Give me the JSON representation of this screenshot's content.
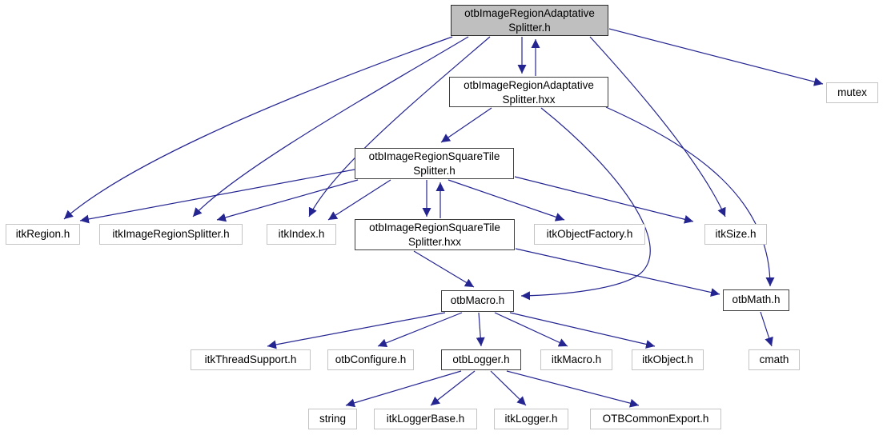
{
  "diagram": {
    "type": "include-dependency-graph",
    "root": "otbImageRegionAdaptativeSplitter.h",
    "colors": {
      "edge": "#252592",
      "root_fill": "#bfbfbf",
      "node_fill": "#ffffff",
      "dark_border": "#404040",
      "light_border": "#c4c4c4",
      "text": "#000000"
    },
    "nodes": [
      {
        "id": "adaptative_h",
        "label": "otbImageRegionAdaptative\nSplitter.h"
      },
      {
        "id": "adaptative_hxx",
        "label": "otbImageRegionAdaptative\nSplitter.hxx"
      },
      {
        "id": "mutex",
        "label": "mutex"
      },
      {
        "id": "squaretile_h",
        "label": "otbImageRegionSquareTile\nSplitter.h"
      },
      {
        "id": "itkregion",
        "label": "itkRegion.h"
      },
      {
        "id": "itkimagesplitter",
        "label": "itkImageRegionSplitter.h"
      },
      {
        "id": "itkindex",
        "label": "itkIndex.h"
      },
      {
        "id": "squaretile_hxx",
        "label": "otbImageRegionSquareTile\nSplitter.hxx"
      },
      {
        "id": "itkobjectfactory",
        "label": "itkObjectFactory.h"
      },
      {
        "id": "itksize",
        "label": "itkSize.h"
      },
      {
        "id": "otbmacro",
        "label": "otbMacro.h"
      },
      {
        "id": "otbmath",
        "label": "otbMath.h"
      },
      {
        "id": "itkthreadsupport",
        "label": "itkThreadSupport.h"
      },
      {
        "id": "otbconfigure",
        "label": "otbConfigure.h"
      },
      {
        "id": "otblogger",
        "label": "otbLogger.h"
      },
      {
        "id": "itkmacro",
        "label": "itkMacro.h"
      },
      {
        "id": "itkobject",
        "label": "itkObject.h"
      },
      {
        "id": "cmath",
        "label": "cmath"
      },
      {
        "id": "string",
        "label": "string"
      },
      {
        "id": "itkloggerbase",
        "label": "itkLoggerBase.h"
      },
      {
        "id": "itklogger",
        "label": "itkLogger.h"
      },
      {
        "id": "otbcommonexport",
        "label": "OTBCommonExport.h"
      }
    ],
    "edges": [
      {
        "from": "adaptative_h",
        "to": "adaptative_hxx"
      },
      {
        "from": "adaptative_hxx",
        "to": "adaptative_h"
      },
      {
        "from": "adaptative_h",
        "to": "mutex"
      },
      {
        "from": "adaptative_h",
        "to": "itkregion"
      },
      {
        "from": "adaptative_h",
        "to": "itkimagesplitter"
      },
      {
        "from": "adaptative_h",
        "to": "itkindex"
      },
      {
        "from": "adaptative_h",
        "to": "itksize"
      },
      {
        "from": "adaptative_hxx",
        "to": "squaretile_h"
      },
      {
        "from": "adaptative_hxx",
        "to": "otbmacro"
      },
      {
        "from": "adaptative_hxx",
        "to": "otbmath"
      },
      {
        "from": "squaretile_h",
        "to": "squaretile_hxx"
      },
      {
        "from": "squaretile_hxx",
        "to": "squaretile_h"
      },
      {
        "from": "squaretile_h",
        "to": "itkregion"
      },
      {
        "from": "squaretile_h",
        "to": "itkimagesplitter"
      },
      {
        "from": "squaretile_h",
        "to": "itkindex"
      },
      {
        "from": "squaretile_h",
        "to": "itkobjectfactory"
      },
      {
        "from": "squaretile_h",
        "to": "itksize"
      },
      {
        "from": "squaretile_hxx",
        "to": "otbmacro"
      },
      {
        "from": "squaretile_hxx",
        "to": "otbmath"
      },
      {
        "from": "otbmacro",
        "to": "itkthreadsupport"
      },
      {
        "from": "otbmacro",
        "to": "otbconfigure"
      },
      {
        "from": "otbmacro",
        "to": "otblogger"
      },
      {
        "from": "otbmacro",
        "to": "itkmacro"
      },
      {
        "from": "otbmacro",
        "to": "itkobject"
      },
      {
        "from": "otbmath",
        "to": "cmath"
      },
      {
        "from": "otblogger",
        "to": "string"
      },
      {
        "from": "otblogger",
        "to": "itkloggerbase"
      },
      {
        "from": "otblogger",
        "to": "itklogger"
      },
      {
        "from": "otblogger",
        "to": "otbcommonexport"
      }
    ]
  }
}
